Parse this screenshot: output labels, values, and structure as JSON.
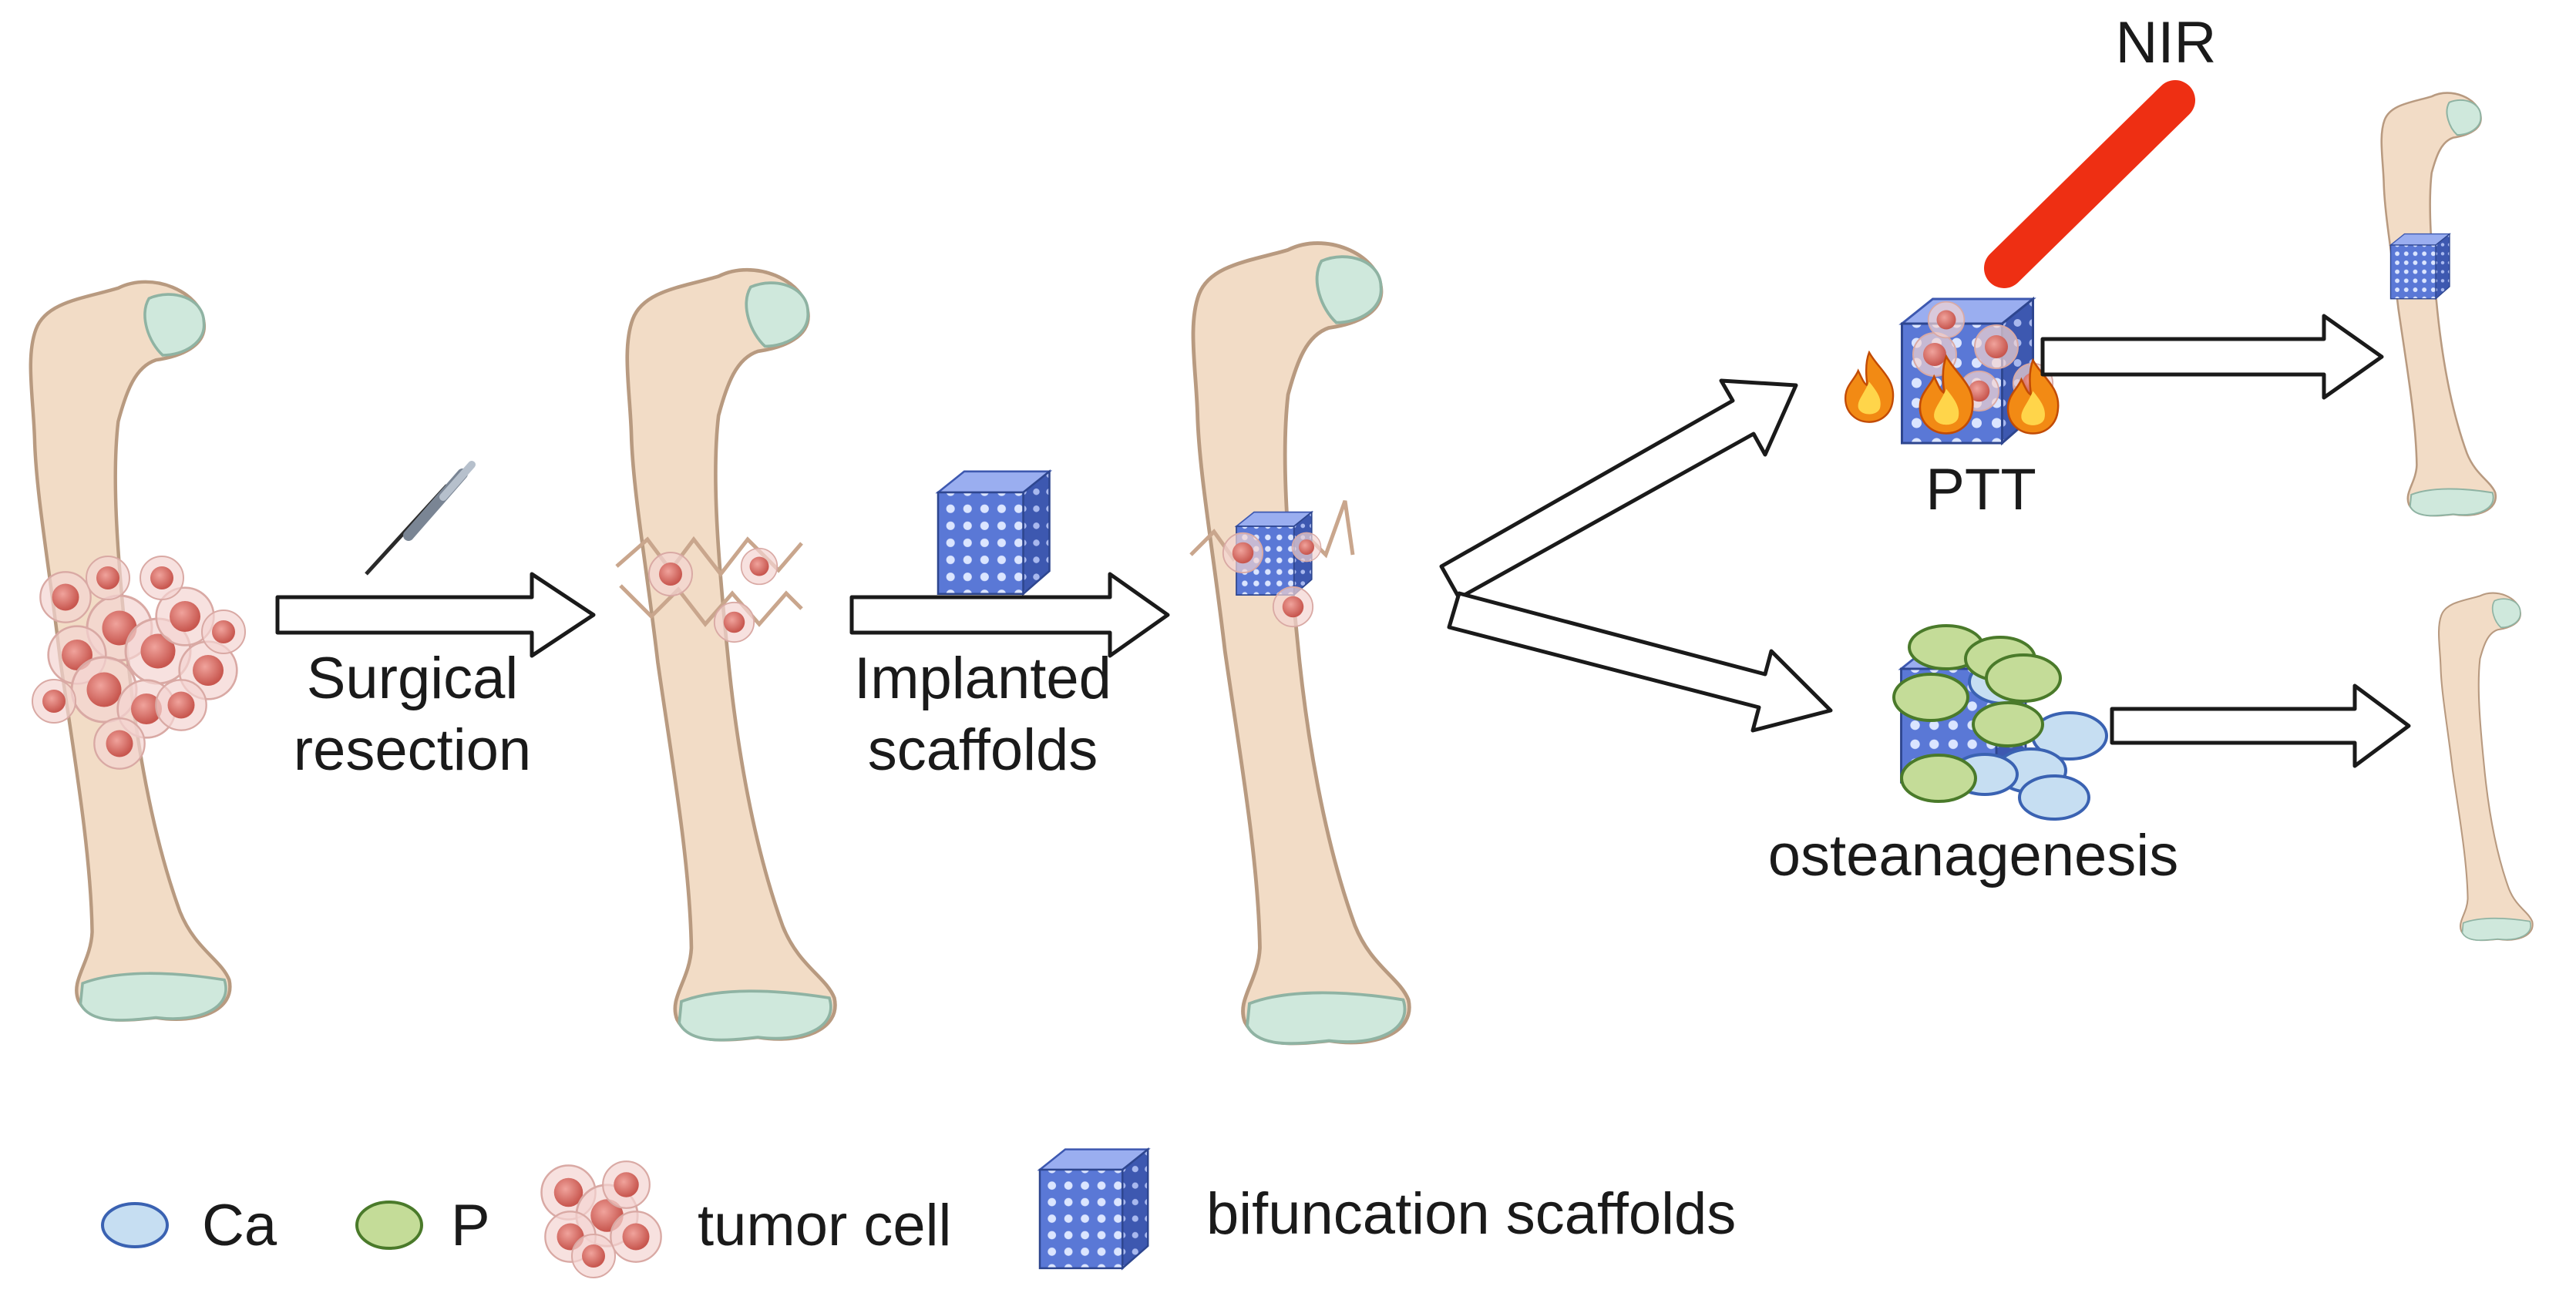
{
  "labels": {
    "step1": "Surgical\nresection",
    "step2": "Implanted\nscaffolds",
    "nir": "NIR",
    "ptt": "PTT",
    "osteo": "osteanagenesis"
  },
  "legend": {
    "ca": "Ca",
    "p": "P",
    "tumor": "tumor cell",
    "scaffold": "bifuncation scaffolds"
  },
  "colors": {
    "bone_fill": "#f2dcc6",
    "bone_stroke": "#b89a80",
    "cartilage": "#cfe8dc",
    "tumor_cell": "#d9706a",
    "tumor_halo": "#f0c6c2",
    "scaffold": "#5a78d6",
    "ca": "#c6def2",
    "p": "#c4dc98",
    "laser": "#ee2f13",
    "flame": "#f5a020"
  }
}
